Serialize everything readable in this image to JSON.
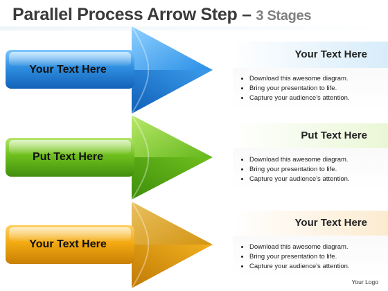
{
  "title": {
    "main": "Parallel Process Arrow Step – ",
    "sub": "3 Stages"
  },
  "stages": [
    {
      "label": "Your Text Here",
      "heading": "Your Text Here",
      "bullets": [
        "Download this awesome diagram.",
        "Bring your presentation to life.",
        "Capture your audience’s attention."
      ],
      "color": "#2f8fe0",
      "panel_tint": "#dff0fb"
    },
    {
      "label": "Put Text Here",
      "heading": "Put Text Here",
      "bullets": [
        "Download this awesome diagram.",
        "Bring your presentation to life.",
        "Capture your audience’s attention."
      ],
      "color": "#6fbf1e",
      "panel_tint": "#eef8df"
    },
    {
      "label": "Your Text Here",
      "heading": "Your Text Here",
      "bullets": [
        "Download this awesome diagram.",
        "Bring your presentation to life.",
        "Capture your audience’s attention."
      ],
      "color": "#f0a810",
      "panel_tint": "#fdf1dc"
    }
  ],
  "footer": {
    "logo_text": "Your Logo"
  }
}
